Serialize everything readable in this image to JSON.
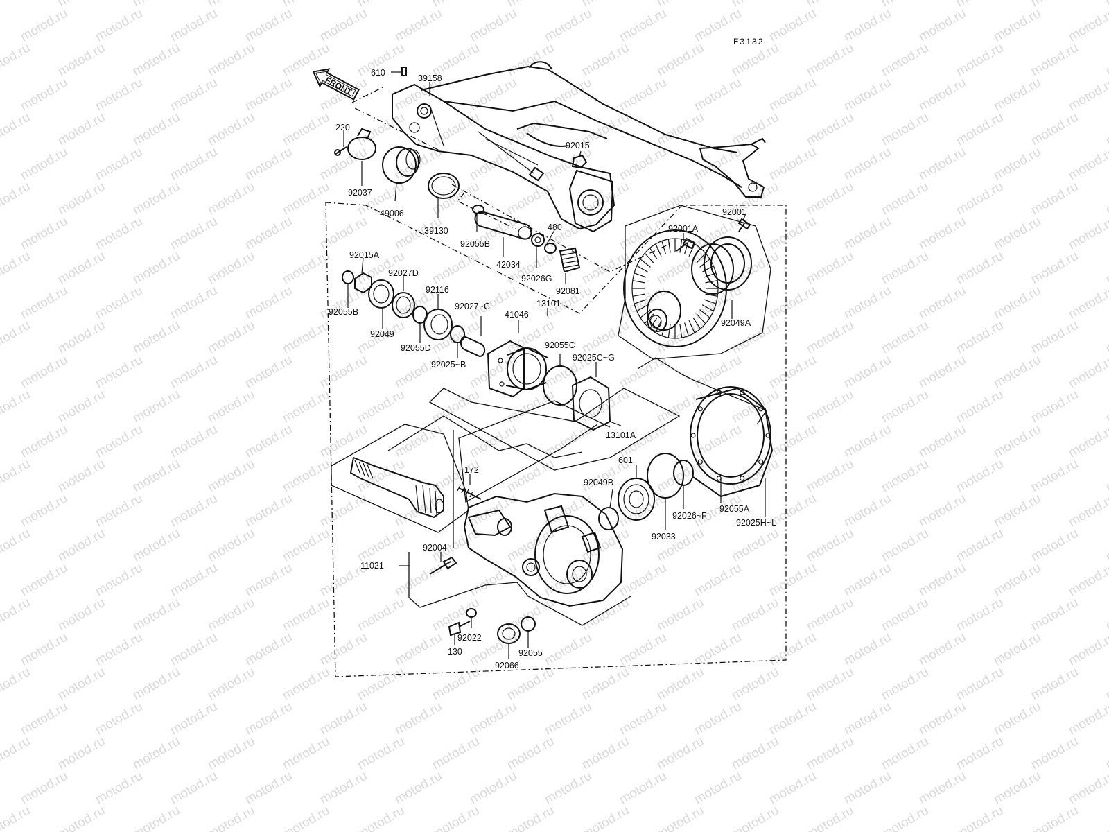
{
  "watermark": "motod.ru",
  "ref_code": "E3132",
  "front_label": "FRONT",
  "parts": {
    "p610": "610",
    "p39158": "39158",
    "p220": "220",
    "p92015": "92015",
    "p92037": "92037",
    "p49006": "49006",
    "p39130": "39130",
    "p92055B_top": "92055B",
    "p480": "480",
    "p42034": "42034",
    "p92026G": "92026G",
    "p92081": "92081",
    "p92001": "92001",
    "p92001A": "92001A",
    "p92015A": "92015A",
    "p92027D": "92027D",
    "p92116": "92116",
    "p92027C": "92027~C",
    "p13101": "13101",
    "p92055B_left": "92055B",
    "p92049": "92049",
    "p92055D": "92055D",
    "p92025B": "92025~B",
    "p41046": "41046",
    "p92055C": "92055C",
    "p92025CG": "92025C~G",
    "p92049A": "92049A",
    "p13101A": "13101A",
    "p172": "172",
    "p601": "601",
    "p92049B": "92049B",
    "p92026F": "92026~F",
    "p92055A": "92055A",
    "p92025HL": "92025H~L",
    "p92033": "92033",
    "p92004": "92004",
    "p11021": "11021",
    "p92022": "92022",
    "p130": "130",
    "p92066": "92066",
    "p92055": "92055"
  }
}
